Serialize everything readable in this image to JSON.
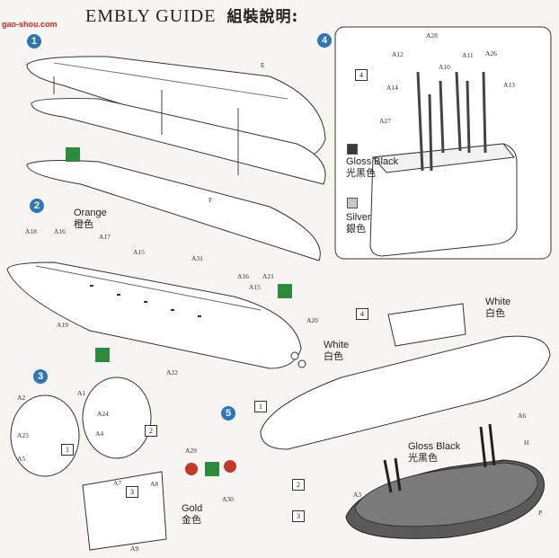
{
  "title": {
    "en": "EMBLY GUIDE",
    "cn": "組裝說明:"
  },
  "watermark": {
    "site": "gao-shou.com"
  },
  "colors": {
    "accent": "#2f76b8",
    "gloss_black": "#3a3a3a",
    "silver": "#c8c8c8",
    "green_icon": "#2e8b3d"
  },
  "steps": [
    "1",
    "2",
    "3",
    "4",
    "5"
  ],
  "boxes": {
    "b4a": "4",
    "b4b": "4",
    "b1": "1",
    "b2": "2",
    "b3": "3",
    "s1": "1",
    "s2": "2",
    "s3": "3"
  },
  "labels": {
    "E": "E",
    "F": "F",
    "A31": "A31",
    "A18": "A18",
    "A16": "A16",
    "A17": "A17",
    "A15": "A15",
    "A16b": "A16",
    "A21": "A21",
    "A15b": "A15",
    "A20": "A20",
    "A19": "A19",
    "A22": "A22",
    "A2": "A2",
    "A1": "A1",
    "A23": "A23",
    "A24": "A24",
    "A4": "A4",
    "A5": "A5",
    "A7": "A7",
    "A8": "A8",
    "A9": "A9",
    "A29": "A29",
    "A30": "A30",
    "A3": "A3",
    "A6": "A6",
    "H": "H",
    "P": "P",
    "A12": "A12",
    "A28": "A28",
    "A10": "A10",
    "A11": "A11",
    "A26": "A26",
    "A14": "A14",
    "A13": "A13",
    "A27": "A27"
  },
  "callouts": {
    "orange_en": "Orange",
    "orange_cn": "橙色",
    "gloss_black_en": "Gloss Black",
    "gloss_black_cn": "光黑色",
    "silver_en": "Silver",
    "silver_cn": "銀色",
    "white1_en": "White",
    "white1_cn": "白色",
    "white2_en": "White",
    "white2_cn": "白色",
    "gloss_black2_en": "Gloss Black",
    "gloss_black2_cn": "光黑色",
    "gold_en": "Gold",
    "gold_cn": "金色"
  }
}
